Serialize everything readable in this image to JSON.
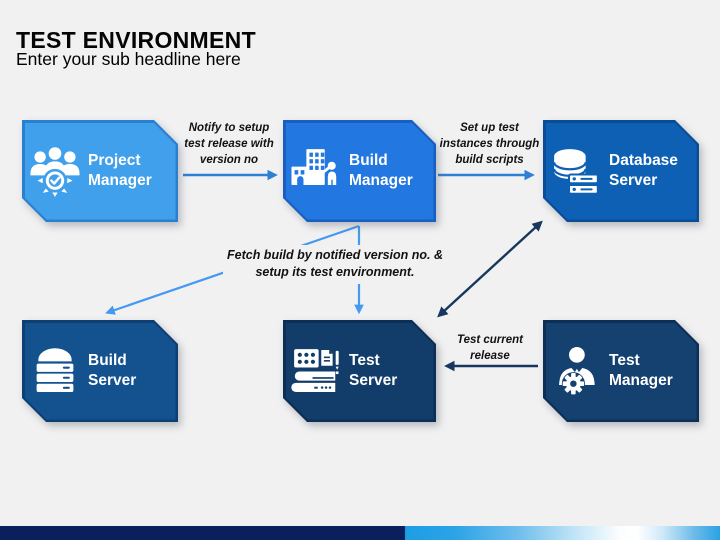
{
  "slide": {
    "title": "TEST ENVIRONMENT",
    "subtitle": "Enter your sub headline here",
    "background": "#F1F1F2"
  },
  "nodes": [
    {
      "id": "project-manager",
      "label": "Project Manager",
      "icon": "team-check-icon",
      "fill": "#41A0EC",
      "border": "#2B7FD0"
    },
    {
      "id": "build-manager",
      "label": "Build Manager",
      "icon": "buildings-person-icon",
      "fill": "#2277E0",
      "border": "#185FC0"
    },
    {
      "id": "database-server",
      "label": "Database Server",
      "icon": "database-icon",
      "fill": "#0E60B5",
      "border": "#0A4C95"
    },
    {
      "id": "build-server",
      "label": "Build Server",
      "icon": "server-stack-icon",
      "fill": "#13528F",
      "border": "#0D3F73"
    },
    {
      "id": "test-server",
      "label": "Test Server",
      "icon": "documents-books-icon",
      "fill": "#123C69",
      "border": "#0D2F55"
    },
    {
      "id": "test-manager",
      "label": "Test Manager",
      "icon": "person-gear-icon",
      "fill": "#154170",
      "border": "#0D2F55"
    }
  ],
  "flow_labels": [
    {
      "id": "notify",
      "text": "Notify to setup test release with version no"
    },
    {
      "id": "setup",
      "text": "Set up test instances through build scripts"
    },
    {
      "id": "fetch",
      "text": "Fetch build by notified version no. & setup its test environment."
    },
    {
      "id": "test-current",
      "text": "Test current release"
    }
  ],
  "connectors": [
    {
      "id": "project-to-build-manager",
      "from": "project-manager",
      "to": "build-manager",
      "style": "blue",
      "direction": "one-way"
    },
    {
      "id": "build-manager-to-database",
      "from": "build-manager",
      "to": "database-server",
      "style": "blue",
      "direction": "one-way"
    },
    {
      "id": "build-manager-to-test-server",
      "from": "build-manager",
      "to": "test-server",
      "style": "light",
      "direction": "one-way"
    },
    {
      "id": "build-manager-to-build-server",
      "from": "build-manager",
      "to": "build-server",
      "style": "light",
      "direction": "one-way"
    },
    {
      "id": "database-test-server-link",
      "from": "database-server",
      "to": "test-server",
      "style": "dark",
      "direction": "two-way"
    },
    {
      "id": "test-manager-to-test-server",
      "from": "test-manager",
      "to": "test-server",
      "style": "dark",
      "direction": "one-way"
    }
  ],
  "colors": {
    "arrow_blue": "#2E7FD6",
    "arrow_light": "#4499F0",
    "arrow_dark": "#17375E",
    "footer_navy": "#0A1F5C",
    "footer_blue": "#1E9EE4",
    "background": "#F1F1F2"
  }
}
